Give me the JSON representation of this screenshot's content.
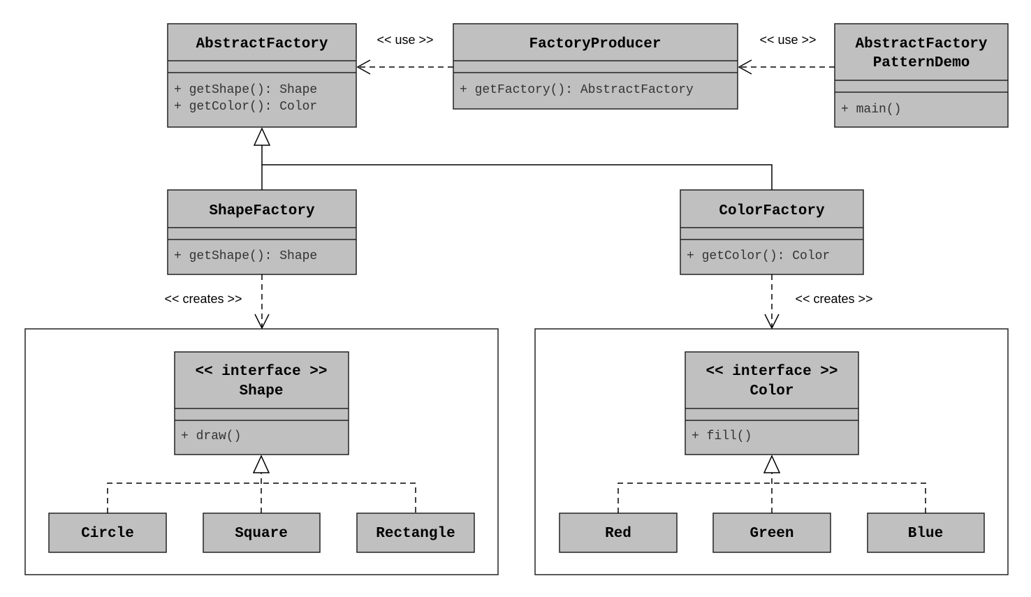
{
  "classes": {
    "abstract_factory": {
      "name": "AbstractFactory",
      "members": [
        "+ getShape(): Shape",
        "+ getColor(): Color"
      ]
    },
    "factory_producer": {
      "name": "FactoryProducer",
      "members": [
        "+ getFactory(): AbstractFactory"
      ]
    },
    "demo": {
      "name_line1": "AbstractFactory",
      "name_line2": "PatternDemo",
      "members": [
        "+ main()"
      ]
    },
    "shape_factory": {
      "name": "ShapeFactory",
      "members": [
        "+ getShape(): Shape"
      ]
    },
    "color_factory": {
      "name": "ColorFactory",
      "members": [
        "+ getColor(): Color"
      ]
    },
    "shape_interface": {
      "stereotype": "<< interface >>",
      "name": "Shape",
      "members": [
        "+ draw()"
      ]
    },
    "color_interface": {
      "stereotype": "<< interface >>",
      "name": "Color",
      "members": [
        "+ fill()"
      ]
    },
    "circle": {
      "name": "Circle"
    },
    "square": {
      "name": "Square"
    },
    "rectangle": {
      "name": "Rectangle"
    },
    "red": {
      "name": "Red"
    },
    "green": {
      "name": "Green"
    },
    "blue": {
      "name": "Blue"
    }
  },
  "relations": {
    "producer_uses_factory": "<< use >>",
    "demo_uses_producer": "<< use >>",
    "shape_factory_creates": "<< creates >>",
    "color_factory_creates": "<< creates >>"
  }
}
